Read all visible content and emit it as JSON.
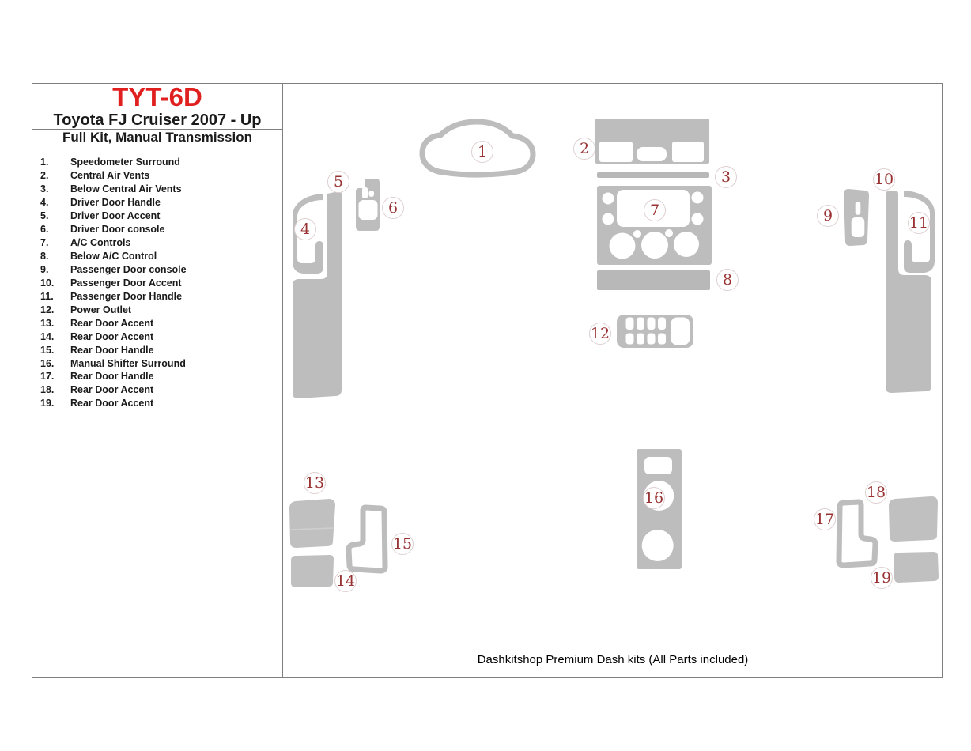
{
  "header": {
    "code": "TYT-6D",
    "model": "Toyota FJ Cruiser 2007 - Up",
    "kit": "Full Kit, Manual Transmission"
  },
  "parts": [
    {
      "num": "1.",
      "n": "1",
      "label": "Speedometer Surround"
    },
    {
      "num": "2.",
      "n": "2",
      "label": "Central Air Vents"
    },
    {
      "num": "3.",
      "n": "3",
      "label": "Below Central Air Vents"
    },
    {
      "num": "4.",
      "n": "4",
      "label": "Driver Door Handle"
    },
    {
      "num": "5.",
      "n": "5",
      "label": "Driver Door Accent"
    },
    {
      "num": "6.",
      "n": "6",
      "label": "Driver Door console"
    },
    {
      "num": "7.",
      "n": "7",
      "label": "A/C Controls"
    },
    {
      "num": "8.",
      "n": "8",
      "label": "Below A/C Control"
    },
    {
      "num": "9.",
      "n": "9",
      "label": "Passenger Door console"
    },
    {
      "num": "10.",
      "n": "10",
      "label": "Passenger Door Accent"
    },
    {
      "num": "11.",
      "n": "11",
      "label": "Passenger Door Handle"
    },
    {
      "num": "12.",
      "n": "12",
      "label": "Power Outlet"
    },
    {
      "num": "13.",
      "n": "13",
      "label": "Rear Door Accent"
    },
    {
      "num": "14.",
      "n": "14",
      "label": "Rear Door Accent"
    },
    {
      "num": "15.",
      "n": "15",
      "label": "Rear Door Handle"
    },
    {
      "num": "16.",
      "n": "16",
      "label": "Manual Shifter Surround"
    },
    {
      "num": "17.",
      "n": "17",
      "label": "Rear Door Handle"
    },
    {
      "num": "18.",
      "n": "18",
      "label": "Rear Door Accent"
    },
    {
      "num": "19.",
      "n": "19",
      "label": "Rear Door Accent"
    }
  ],
  "footer_note": "Dashkitshop Premium Dash kits (All Parts included)",
  "colors": {
    "title_red": "#e01f1f",
    "callout_red": "#993333",
    "part_gray": "#bdbdbd",
    "border_gray": "#7f7f7f"
  }
}
